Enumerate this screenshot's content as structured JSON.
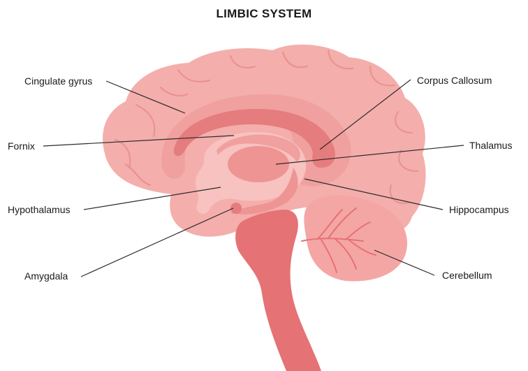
{
  "title": "LIMBIC SYSTEM",
  "labels": {
    "cingulate_gyrus": "Cingulate gyrus",
    "fornix": "Fornix",
    "hypothalamus": "Hypothalamus",
    "amygdala": "Amygdala",
    "corpus_callosum": "Corpus Callosum",
    "thalamus": "Thalamus",
    "hippocampus": "Hippocampus",
    "cerebellum": "Cerebellum"
  },
  "colors": {
    "cortex": "#f4aeac",
    "cortex_fold": "#e8918f",
    "band": "#f0a09e",
    "callosum": "#e57c7e",
    "inner": "#f7c2c0",
    "thalamus": "#ee9493",
    "brainstem": "#e57274",
    "cerebellum": "#f4a6a5",
    "leader_line": "#2b2b2b"
  }
}
